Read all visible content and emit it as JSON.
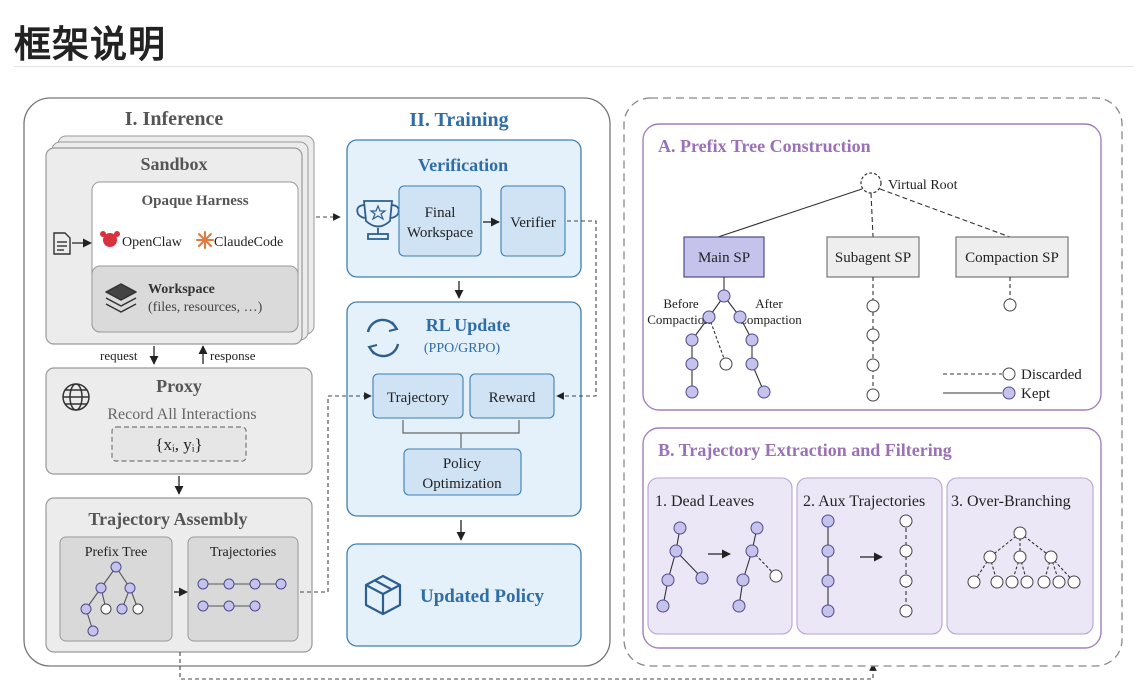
{
  "page_title": "框架说明",
  "colors": {
    "node_fill": "#c5c3ec",
    "node_stroke": "#4c4a8e",
    "panel_blue_fill": "#e4f0fa",
    "panel_blue_stroke": "#3d7fb3",
    "title_blue": "#2f6da7",
    "panel_purple_stroke": "#a27fbd",
    "title_purple": "#9a71b6",
    "case_fill": "#ece7f7",
    "gray_fill": "#eeeeee",
    "gray_stroke": "#8a8a8a"
  },
  "inference": {
    "title": "I. Inference",
    "sandbox": {
      "title": "Sandbox",
      "harness_title": "Opaque Harness",
      "agents": [
        {
          "label": "OpenClaw",
          "icon": "openclaw-icon"
        },
        {
          "label": "ClaudeCode",
          "icon": "claudecode-icon"
        }
      ],
      "workspace_title": "Workspace",
      "workspace_desc": "(files, resources, …)"
    },
    "request_label": "request",
    "response_label": "response",
    "proxy": {
      "title": "Proxy",
      "subtitle": "Record All Interactions",
      "formula": "{xᵢ, yᵢ}"
    },
    "assembly": {
      "title": "Trajectory Assembly",
      "prefix_tree_label": "Prefix Tree",
      "trajectories_label": "Trajectories"
    }
  },
  "training": {
    "title": "II. Training",
    "verification": {
      "title": "Verification",
      "final_workspace_line1": "Final",
      "final_workspace_line2": "Workspace",
      "verifier_label": "Verifier"
    },
    "rl_update": {
      "title": "RL Update",
      "subtitle": "(PPO/GRPO)",
      "trajectory_label": "Trajectory",
      "reward_label": "Reward",
      "policy_line1": "Policy",
      "policy_line2": "Optimization"
    },
    "updated_policy": {
      "title": "Updated Policy"
    }
  },
  "prefix_tree": {
    "title": "A. Prefix Tree Construction",
    "virtual_root_label": "Virtual Root",
    "main_sp_label": "Main SP",
    "subagent_sp_label": "Subagent SP",
    "compaction_sp_label": "Compaction SP",
    "before_line1": "Before",
    "before_line2": "Compaction",
    "after_line1": "After",
    "after_line2": "Compaction",
    "legend": {
      "discarded": "Discarded",
      "kept": "Kept"
    }
  },
  "extraction": {
    "title": "B. Trajectory Extraction and Filtering",
    "cases": [
      {
        "label": "1. Dead Leaves"
      },
      {
        "label": "2. Aux Trajectories"
      },
      {
        "label": "3. Over-Branching"
      }
    ]
  }
}
